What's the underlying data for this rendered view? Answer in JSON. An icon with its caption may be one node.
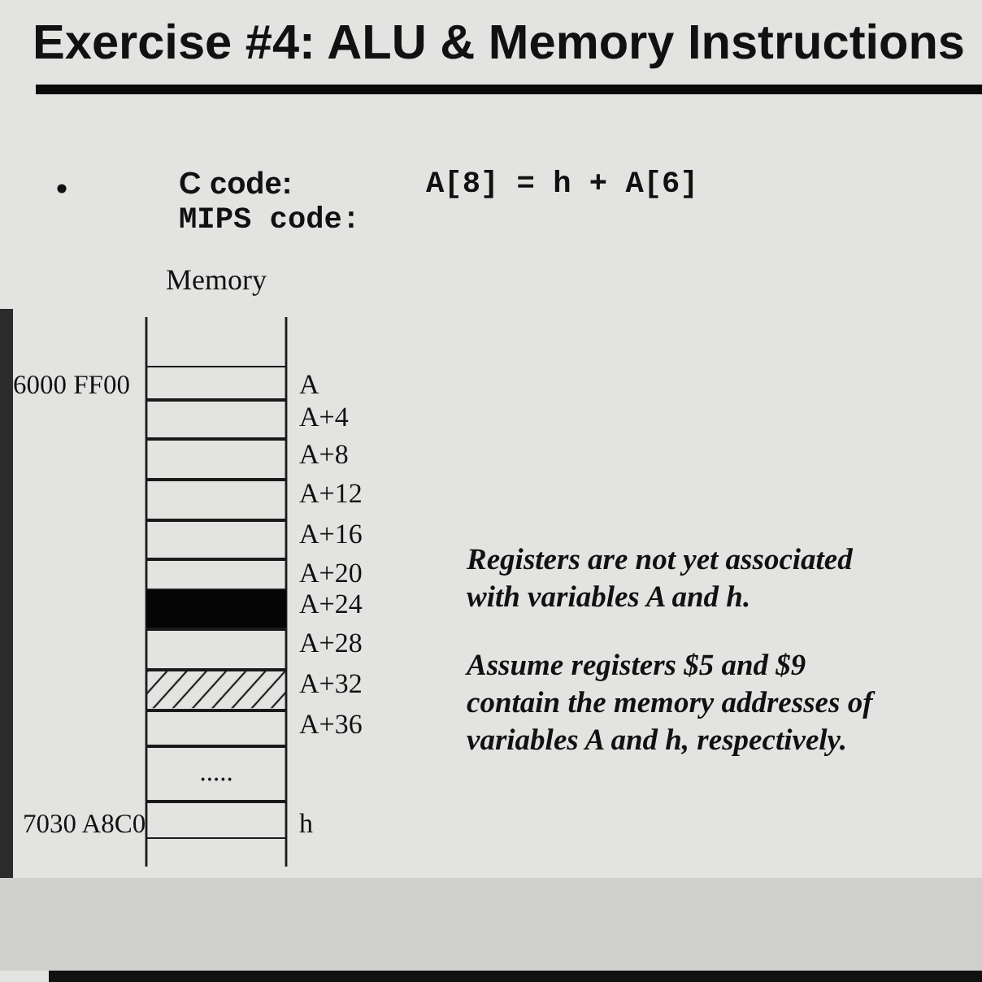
{
  "diagram": {
    "title": "Exercise #4: ALU & Memory Instructions",
    "nodes": [
      {
        "text": [
          "Memory"
        ]
      },
      {
        "text": [],
        "shape": "box",
        "in": 0,
        "beside": [
          "6000 FF00",
          "A"
        ]
      },
      {
        "text": [],
        "shape": "box",
        "in": 0,
        "beside": [
          "A+4"
        ]
      },
      {
        "text": [],
        "shape": "box",
        "in": 0,
        "beside": [
          "A+8"
        ]
      },
      {
        "text": [],
        "shape": "box",
        "in": 0,
        "beside": [
          "A+12"
        ]
      },
      {
        "text": [],
        "shape": "box",
        "in": 0,
        "beside": [
          "A+16"
        ]
      },
      {
        "text": [],
        "shape": "box",
        "in": 0,
        "beside": [
          "A+20"
        ]
      },
      {
        "text": [],
        "shape": "box",
        "in": 0,
        "beside": [
          "A+24"
        ]
      },
      {
        "text": [],
        "shape": "box",
        "in": 0,
        "beside": [
          "A+28"
        ]
      },
      {
        "text": [],
        "shape": "box",
        "in": 0,
        "beside": [
          "A+32"
        ]
      },
      {
        "text": [],
        "shape": "box",
        "in": 0,
        "beside": [
          "A+36"
        ]
      },
      {
        "text": [
          "....."
        ],
        "in": 0
      },
      {
        "text": [],
        "shape": "box",
        "in": 0,
        "beside": [
          "7030 A8C0",
          "h"
        ]
      }
    ],
    "labels": [
      "C code:",
      "A[8] = h + A[6]",
      "MIPS code:",
      "Registers are not yet associated with variables A and h.",
      "Assume registers $5 and $9 contain the memory addresses of variables A and h, respectively."
    ]
  }
}
